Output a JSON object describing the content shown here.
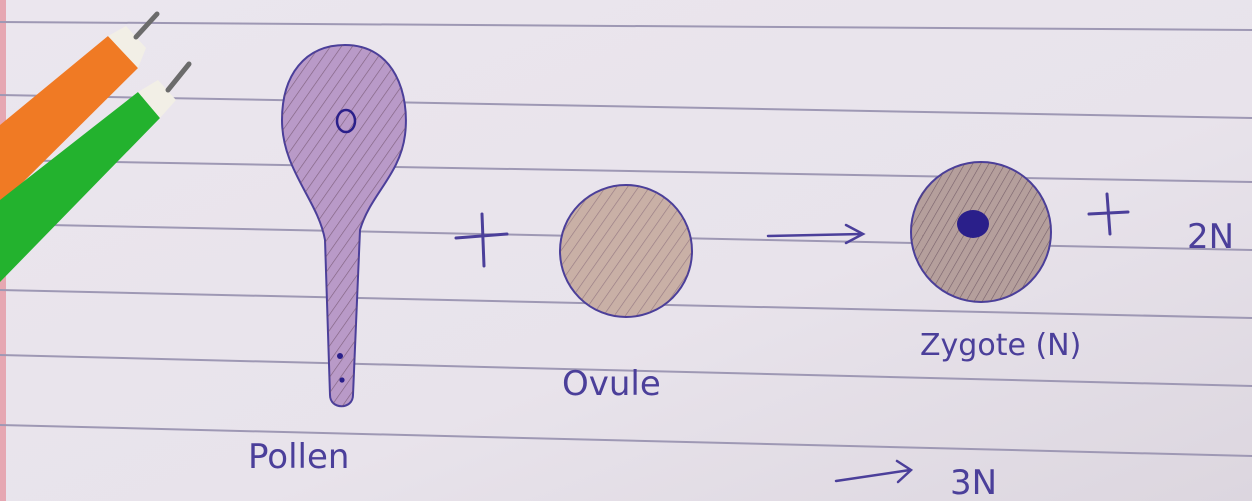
{
  "labels": {
    "pollen": "Pollen",
    "ovule": "Ovule",
    "zygote": "Zygote (N)",
    "result_2n": "2N",
    "result_3n": "3N"
  },
  "operators": {
    "plus": "+"
  },
  "colors": {
    "paper": "#e9e4ec",
    "ruled_line": "#9e98b4",
    "ink": "#4b3f9a",
    "pollen_fill": "#b99ac8",
    "ovule_fill": "#c9b0a6",
    "zygote_fill": "#b59f9c",
    "nucleus": "#2a1f8a",
    "pen_orange": "#f07a24",
    "pen_green": "#23b22e"
  }
}
